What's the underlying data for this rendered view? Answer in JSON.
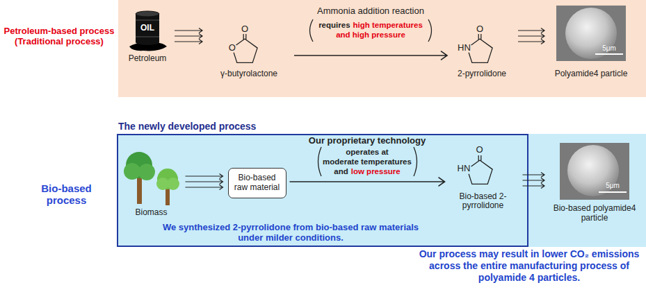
{
  "diagram": {
    "nodes": [
      {
        "text": [
          "Petroleum-based process (Traditional process)"
        ]
      },
      {
        "text": [
          "OIL",
          "Petroleum"
        ],
        "in": 0
      },
      {
        "text": [
          "O",
          "O",
          "γ-butyrolactone"
        ],
        "in": 0
      },
      {
        "text": [
          "O",
          "HN",
          "2-pyrrolidone"
        ],
        "in": 0
      },
      {
        "text": [
          "5μm",
          "Polyamide4 particle"
        ],
        "in": 0
      },
      {
        "text": [
          "Bio-based process"
        ]
      },
      {
        "text": [
          "The newly developed process",
          "We synthesized 2-pyrrolidone from bio-based raw materials under milder conditions."
        ],
        "in": 5
      },
      {
        "text": [
          "Biomass"
        ],
        "in": 6
      },
      {
        "text": [
          "Bio-based raw material"
        ],
        "in": 6
      },
      {
        "text": [
          "O",
          "HN",
          "Bio-based 2-pyrrolidone"
        ],
        "in": 6
      },
      {
        "text": [
          "5μm",
          "Bio-based polyamide4 particle"
        ],
        "in": 5
      }
    ],
    "edges": [
      {
        "from": 1,
        "to": 2,
        "arrow": "to"
      },
      {
        "from": 2,
        "to": 3,
        "label": "Ammonia addition reaction",
        "arrow": "to"
      },
      {
        "from": 3,
        "to": 4,
        "arrow": "to"
      },
      {
        "from": 7,
        "to": 8,
        "arrow": "to"
      },
      {
        "from": 8,
        "to": 9,
        "label": "Our proprietary technology",
        "arrow": "to"
      },
      {
        "from": 9,
        "to": 10,
        "arrow": "to"
      }
    ],
    "labels": [
      "requires",
      "high temperatures",
      "and high pressure",
      "operates at",
      "moderate temperatures",
      "and",
      "low pressure",
      "Our process may result in lower CO₂ emissions across the entire manufacturing process of polyamide 4 particles."
    ]
  }
}
